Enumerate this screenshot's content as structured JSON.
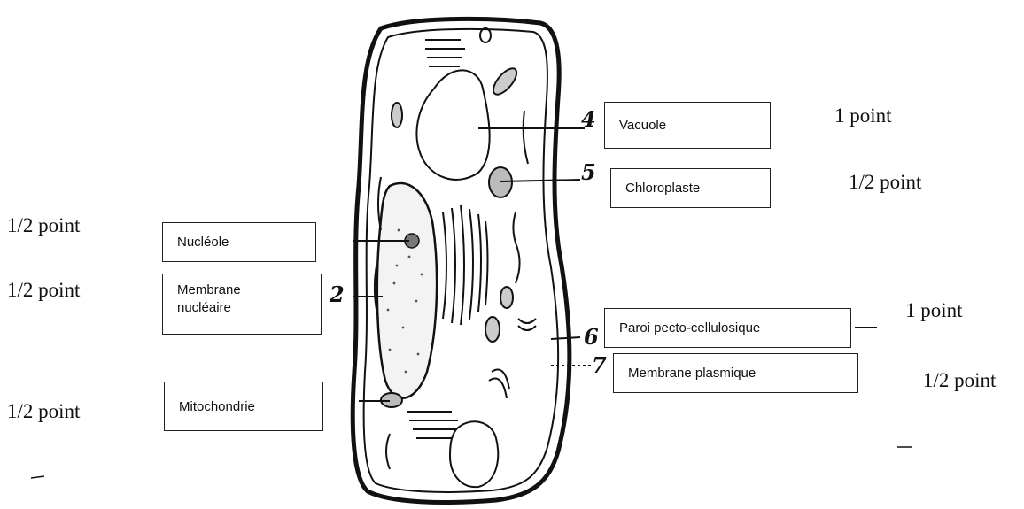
{
  "labels": {
    "vacuole": "Vacuole",
    "chloroplaste": "Chloroplaste",
    "nucleole": "Nucléole",
    "membrane_nucleaire_1": "Membrane",
    "membrane_nucleaire_2": "nucléaire",
    "paroi": "Paroi pecto-cellulosique",
    "membrane_plasmique": "Membrane plasmique",
    "mitochondrie": "Mitochondrie"
  },
  "points": {
    "vacuole": "1 point",
    "chloroplaste": "1/2 point",
    "nucleole": "1/2 point",
    "membrane_nucleaire": "1/2 point",
    "paroi": "1 point",
    "membrane_plasmique": "1/2 point",
    "mitochondrie": "1/2 point"
  },
  "numbers": {
    "vacuole": "4",
    "chloroplaste": "5",
    "membrane_nucleaire": "2",
    "paroi": "6",
    "membrane_plasmique": "7"
  }
}
